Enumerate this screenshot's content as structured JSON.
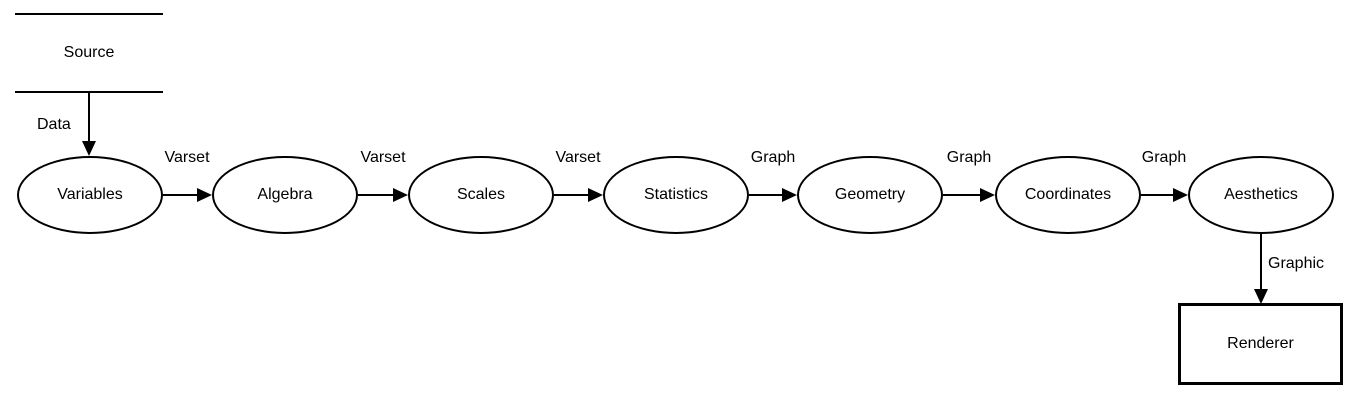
{
  "diagram": {
    "title": "grammar-of-graphics-pipeline",
    "source": {
      "label": "Source"
    },
    "source_edge": {
      "label": "Data"
    },
    "nodes": [
      {
        "label": "Variables"
      },
      {
        "label": "Algebra"
      },
      {
        "label": "Scales"
      },
      {
        "label": "Statistics"
      },
      {
        "label": "Geometry"
      },
      {
        "label": "Coordinates"
      },
      {
        "label": "Aesthetics"
      }
    ],
    "edges": [
      {
        "label": "Varset"
      },
      {
        "label": "Varset"
      },
      {
        "label": "Varset"
      },
      {
        "label": "Graph"
      },
      {
        "label": "Graph"
      },
      {
        "label": "Graph"
      }
    ],
    "output_edge": {
      "label": "Graphic"
    },
    "renderer": {
      "label": "Renderer"
    },
    "colors": {
      "stroke": "#000000",
      "background": "#ffffff",
      "text": "#000000"
    }
  }
}
